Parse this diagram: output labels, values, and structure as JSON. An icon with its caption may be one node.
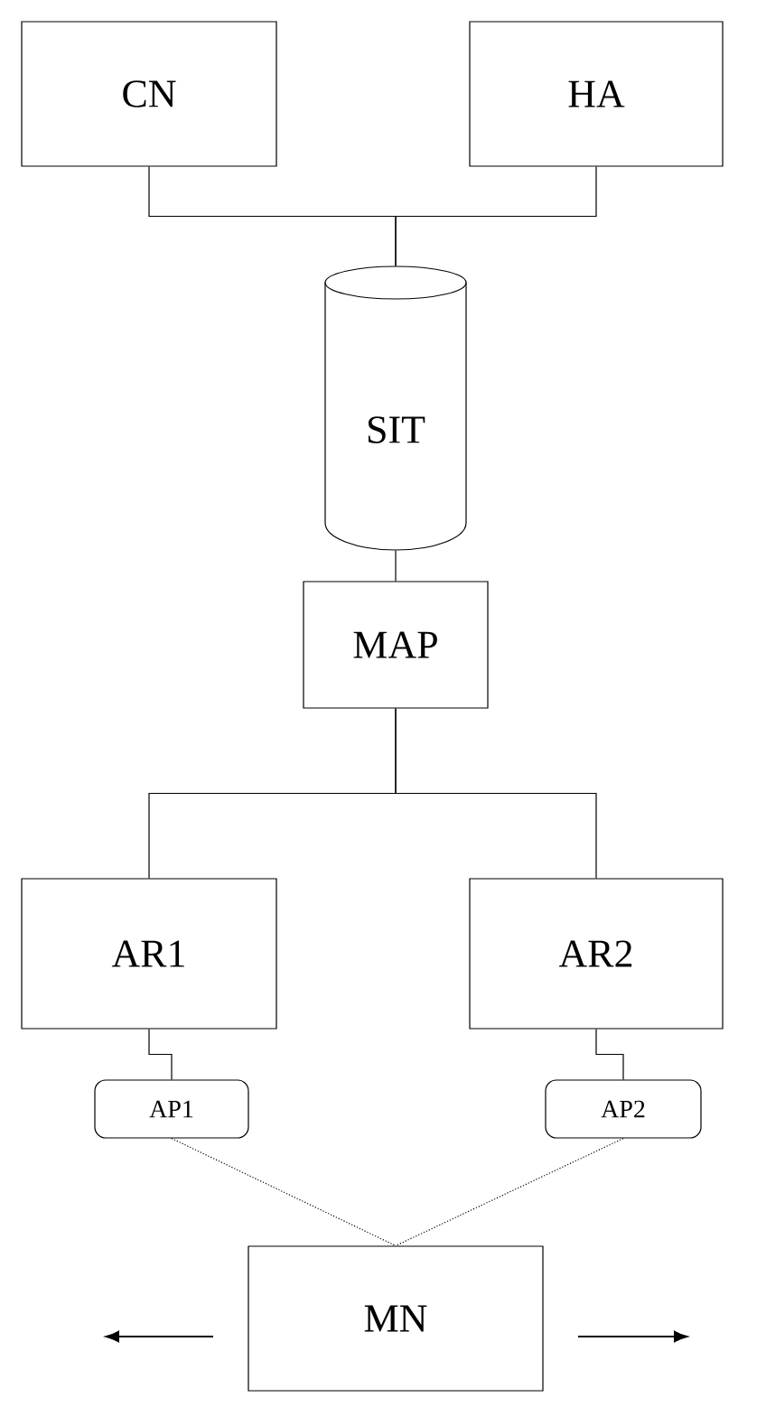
{
  "diagram": {
    "nodes": [
      {
        "text": [
          "CN"
        ]
      },
      {
        "text": [
          "HA"
        ]
      },
      {
        "text": [
          "SIT"
        ]
      },
      {
        "text": [
          "MAP"
        ]
      },
      {
        "text": [
          "AR1"
        ]
      },
      {
        "text": [
          "AR2"
        ]
      },
      {
        "text": [
          "AP1"
        ]
      },
      {
        "text": [
          "AP2"
        ]
      },
      {
        "text": [
          "MN"
        ]
      }
    ],
    "edges": [
      {
        "from": 0,
        "to": 2,
        "arrow": "none"
      },
      {
        "from": 1,
        "to": 2,
        "arrow": "none"
      },
      {
        "from": 2,
        "to": 3,
        "arrow": "none"
      },
      {
        "from": 3,
        "to": 4,
        "arrow": "none"
      },
      {
        "from": 3,
        "to": 5,
        "arrow": "none"
      },
      {
        "from": 4,
        "to": 6,
        "arrow": "none"
      },
      {
        "from": 5,
        "to": 7,
        "arrow": "none"
      },
      {
        "from": 6,
        "to": 8,
        "arrow": "none",
        "style": "dashed"
      },
      {
        "from": 7,
        "to": 8,
        "arrow": "none",
        "style": "dashed"
      }
    ]
  }
}
